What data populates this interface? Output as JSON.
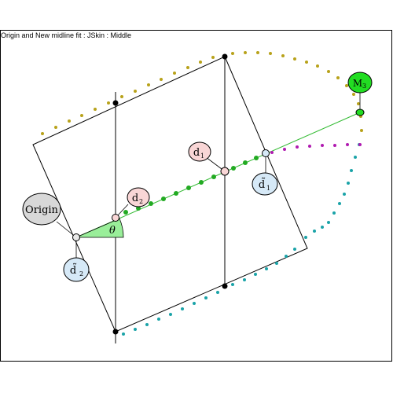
{
  "title": "Origin and New midline fit : JSkin : Middle",
  "labels": {
    "origin": "Origin",
    "d1": "d",
    "d1_sub": "1",
    "d2": "d",
    "d2_sub": "2",
    "d1_tilde": "d̃",
    "d1_tilde_sub": "1",
    "d2_tilde": "d̃",
    "d2_tilde_sub": "2",
    "m3": "M",
    "m3_sub": "3",
    "theta": "θ"
  },
  "colors": {
    "background": "#ffffff",
    "lines": "#000000",
    "midline_dots": "#22aa22",
    "midline_line": "#33bb33",
    "top_arc_dots": "#b8a21a",
    "bottom_arc_dots": "#1aa3a8",
    "magenta_dots": "#b01ab0",
    "m3_fill": "#22dd22",
    "d_label_fill": "#f9d6d6",
    "d_tilde_fill": "#d6e9f7",
    "origin_fill": "#d8d8d8",
    "theta_fill": "#99ee99"
  }
}
